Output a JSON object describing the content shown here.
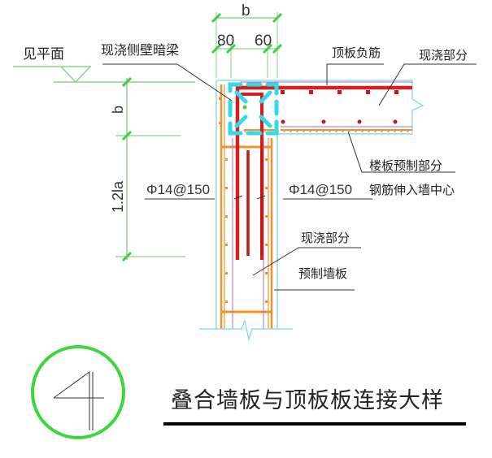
{
  "drawing": {
    "title": "叠合墙板与顶板板连接大样",
    "detail_number": "4",
    "colors": {
      "dimension": "#3fcf3f",
      "dimension_line": "#8fd08f",
      "concrete_outline": "#7fd8e0",
      "cast_in_place_beam": "#33d9e8",
      "main_rebar": "#d42020",
      "precast_rebar": "#f0922a",
      "stirrup_inner": "#a070c0",
      "detail_circle": "#3ed63e",
      "text": "#222222",
      "title_underline": "#000000"
    }
  },
  "dimensions": {
    "top_total": "b",
    "top_left": "80",
    "top_right": "60",
    "left_upper": "b",
    "left_lower": "1.2la"
  },
  "labels": {
    "see_plan": "见平面",
    "cast_in_place_concealed_beam": "现浇侧壁暗梁",
    "top_slab_negative_rebar": "顶板负筋",
    "cast_in_place_part_slab": "现浇部分",
    "slab_precast_part_line1": "楼板预制部分",
    "slab_precast_part_line2": "钢筋伸入墙中心",
    "rebar_left": "Φ14@150",
    "rebar_right": "Φ14@150",
    "cast_in_place_part_wall": "现浇部分",
    "precast_wall_panel": "预制墙板"
  }
}
